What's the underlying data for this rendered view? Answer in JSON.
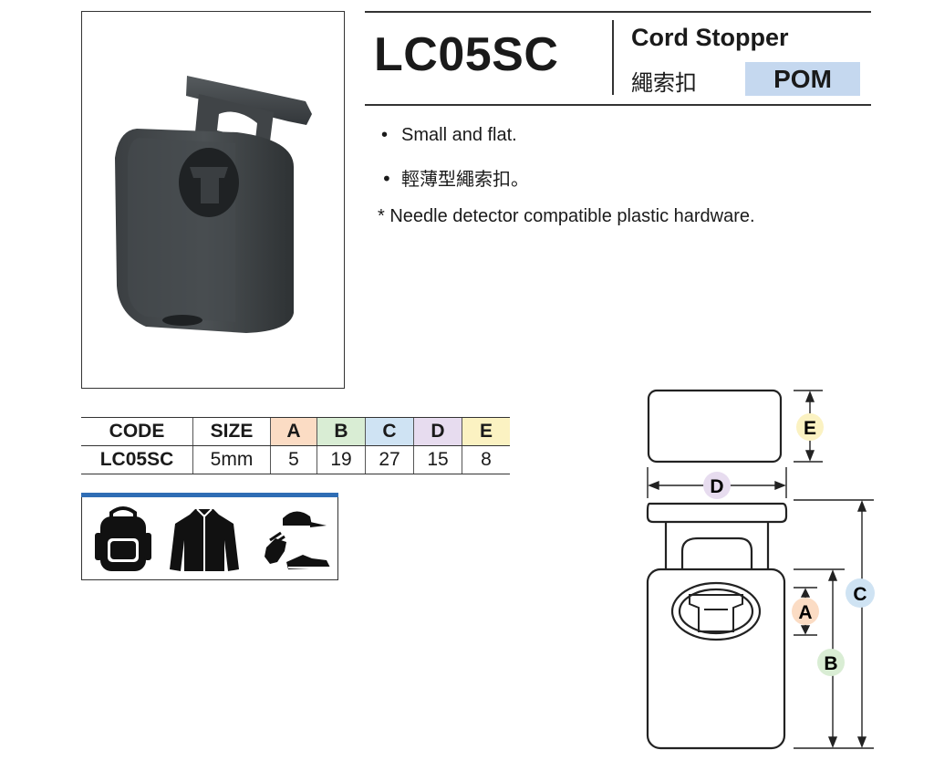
{
  "header": {
    "model_code": "LC05SC",
    "product_name_en": "Cord Stopper",
    "product_name_zh": "繩索扣",
    "material": "POM"
  },
  "features": {
    "bullet_char": "•",
    "items": [
      "Small and flat.",
      "輕薄型繩索扣。"
    ],
    "note": "* Needle detector compatible plastic hardware."
  },
  "spec_table": {
    "headers": [
      "CODE",
      "SIZE",
      "A",
      "B",
      "C",
      "D",
      "E"
    ],
    "row": [
      "LC05SC",
      "5mm",
      "5",
      "19",
      "27",
      "15",
      "8"
    ],
    "header_colors": {
      "A": "#fbdcc4",
      "B": "#d9edd4",
      "C": "#cfe3f3",
      "D": "#e7dcef",
      "E": "#fbf2c2"
    }
  },
  "applications": {
    "icons": [
      "backpack-icon",
      "jacket-icon",
      "cap-glove-shoe-icon"
    ],
    "bar_color": "#2f6db5"
  },
  "drawing": {
    "labels": {
      "A": "A",
      "B": "B",
      "C": "C",
      "D": "D",
      "E": "E"
    },
    "label_colors": {
      "A": "#fbdcc4",
      "B": "#d9edd4",
      "C": "#cfe3f3",
      "D": "#e7dcef",
      "E": "#fbf2c2"
    }
  }
}
